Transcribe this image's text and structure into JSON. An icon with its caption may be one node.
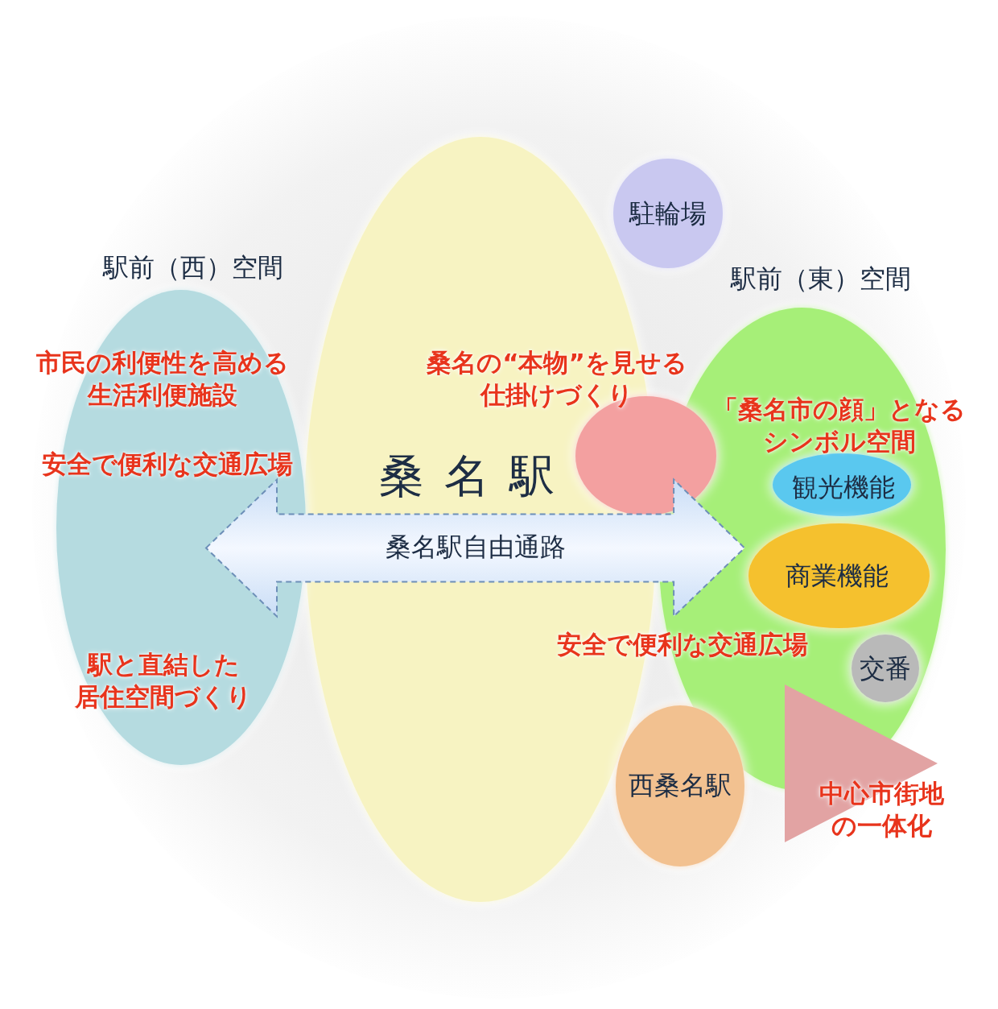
{
  "diagram": {
    "nodes": [
      {
        "text": [
          "桑名の“本物”を見せる仕掛けづくり",
          "桑名駅"
        ]
      },
      {
        "text": [
          "駅前（西）空間",
          "市民の利便性を高める生活利便施設",
          "安全で便利な交通広場",
          "駅と直結した居住空間づくり"
        ]
      },
      {
        "text": [
          "駐輪場"
        ]
      },
      {
        "text": [
          "駅前（東）空間",
          "「桑名市の顔」となるシンボル空間",
          "安全で便利な交通広場"
        ]
      },
      {
        "text": [],
        "shape": "circle"
      },
      {
        "text": [
          "観光機能"
        ],
        "in": 3
      },
      {
        "text": [
          "商業機能"
        ],
        "in": 3
      },
      {
        "text": [
          "交番"
        ],
        "in": 3
      },
      {
        "text": [
          "西桑名駅"
        ]
      },
      {
        "text": [
          "中心市街地の一体化"
        ]
      }
    ],
    "edges": [
      {
        "from": 1,
        "to": 3,
        "arrow": "both",
        "label": "桑名駅自由通路"
      }
    ]
  }
}
